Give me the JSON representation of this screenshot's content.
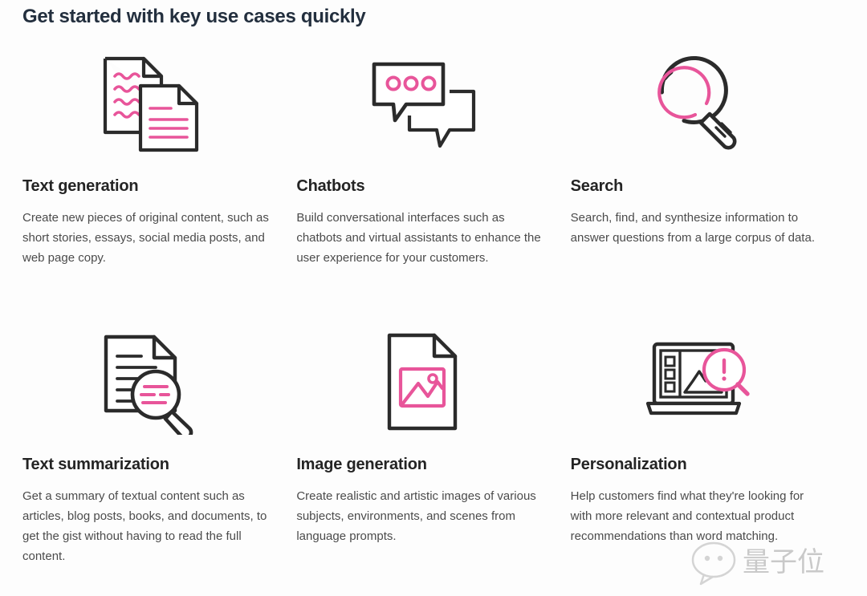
{
  "header": {
    "title": "Get started with key use cases quickly"
  },
  "colors": {
    "title": "#232f3e",
    "card_title": "#242424",
    "body_text": "#4b4b4b",
    "accent_pink": "#e8559a",
    "icon_dark": "#2b2b2b",
    "background": "#fdfdfd"
  },
  "cards": [
    {
      "icon": "documents-squiggle-icon",
      "title": "Text generation",
      "desc": "Create new pieces of original content, such as short stories, essays, social media posts, and web page copy."
    },
    {
      "icon": "chat-bubbles-icon",
      "title": "Chatbots",
      "desc": "Build conversational interfaces such as chatbots and virtual assistants to enhance the user experience for your customers."
    },
    {
      "icon": "magnifying-glass-icon",
      "title": "Search",
      "desc": "Search, find, and synthesize information to answer questions from a large corpus of data."
    },
    {
      "icon": "document-magnifier-icon",
      "title": "Text summarization",
      "desc": "Get a summary of textual content such as articles, blog posts, books, and documents, to get the gist without having to read the full content."
    },
    {
      "icon": "document-picture-icon",
      "title": "Image generation",
      "desc": "Create realistic and artistic images of various subjects, environments, and scenes from language prompts."
    },
    {
      "icon": "laptop-chart-alert-icon",
      "title": "Personalization",
      "desc": "Help customers find what they're looking for with more relevant and contextual product recommendations than word matching."
    }
  ],
  "watermark": {
    "text": "量子位",
    "icon": "wechat-bubble-icon"
  }
}
